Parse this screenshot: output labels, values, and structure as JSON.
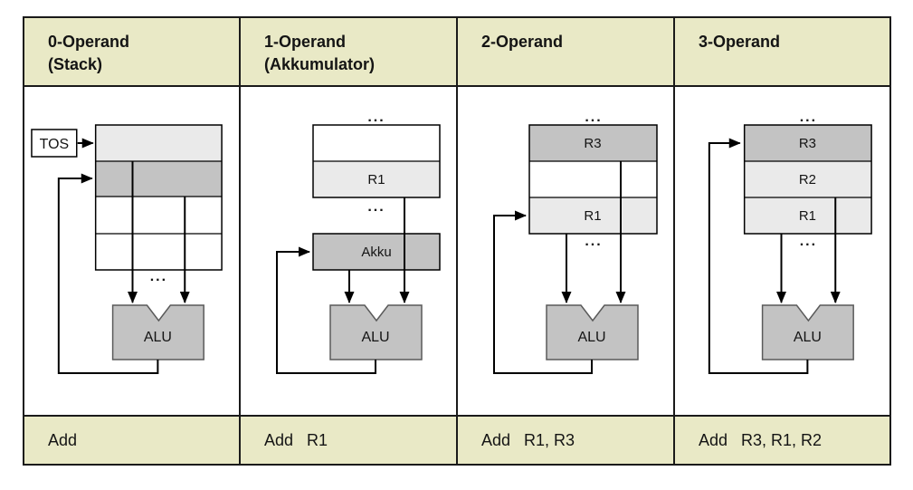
{
  "title": "Operand architectures comparison diagram",
  "colors": {
    "header_bg": "#e9e9c6",
    "cell_light": "#eaeaea",
    "cell_dark": "#c3c3c3",
    "alu_fill": "#c3c3c3",
    "alu_stroke": "#5a5a5a",
    "line": "#000000",
    "table_border": "#1a1a1a"
  },
  "columns": [
    {
      "header_line1": "0-Operand",
      "header_line2": "(Stack)",
      "instruction": "Add"
    },
    {
      "header_line1": "1-Operand",
      "header_line2": "(Akkumulator)",
      "instruction": "Add   R1"
    },
    {
      "header_line1": "2-Operand",
      "header_line2": "",
      "instruction": "Add   R1, R3"
    },
    {
      "header_line1": "3-Operand",
      "header_line2": "",
      "instruction": "Add   R3, R1, R2"
    }
  ],
  "diagrams": {
    "stack": {
      "tos": "TOS",
      "alu": "ALU",
      "dots_bottom": "..."
    },
    "akkumulator": {
      "r1": "R1",
      "akku": "Akku",
      "alu": "ALU",
      "dots_top": "...",
      "dots_mid": "..."
    },
    "two_operand": {
      "r3": "R3",
      "r1": "R1",
      "alu": "ALU",
      "dots_top": "...",
      "dots_bottom": "..."
    },
    "three_operand": {
      "r3": "R3",
      "r2": "R2",
      "r1": "R1",
      "alu": "ALU",
      "dots_top": "...",
      "dots_bottom": "..."
    }
  }
}
